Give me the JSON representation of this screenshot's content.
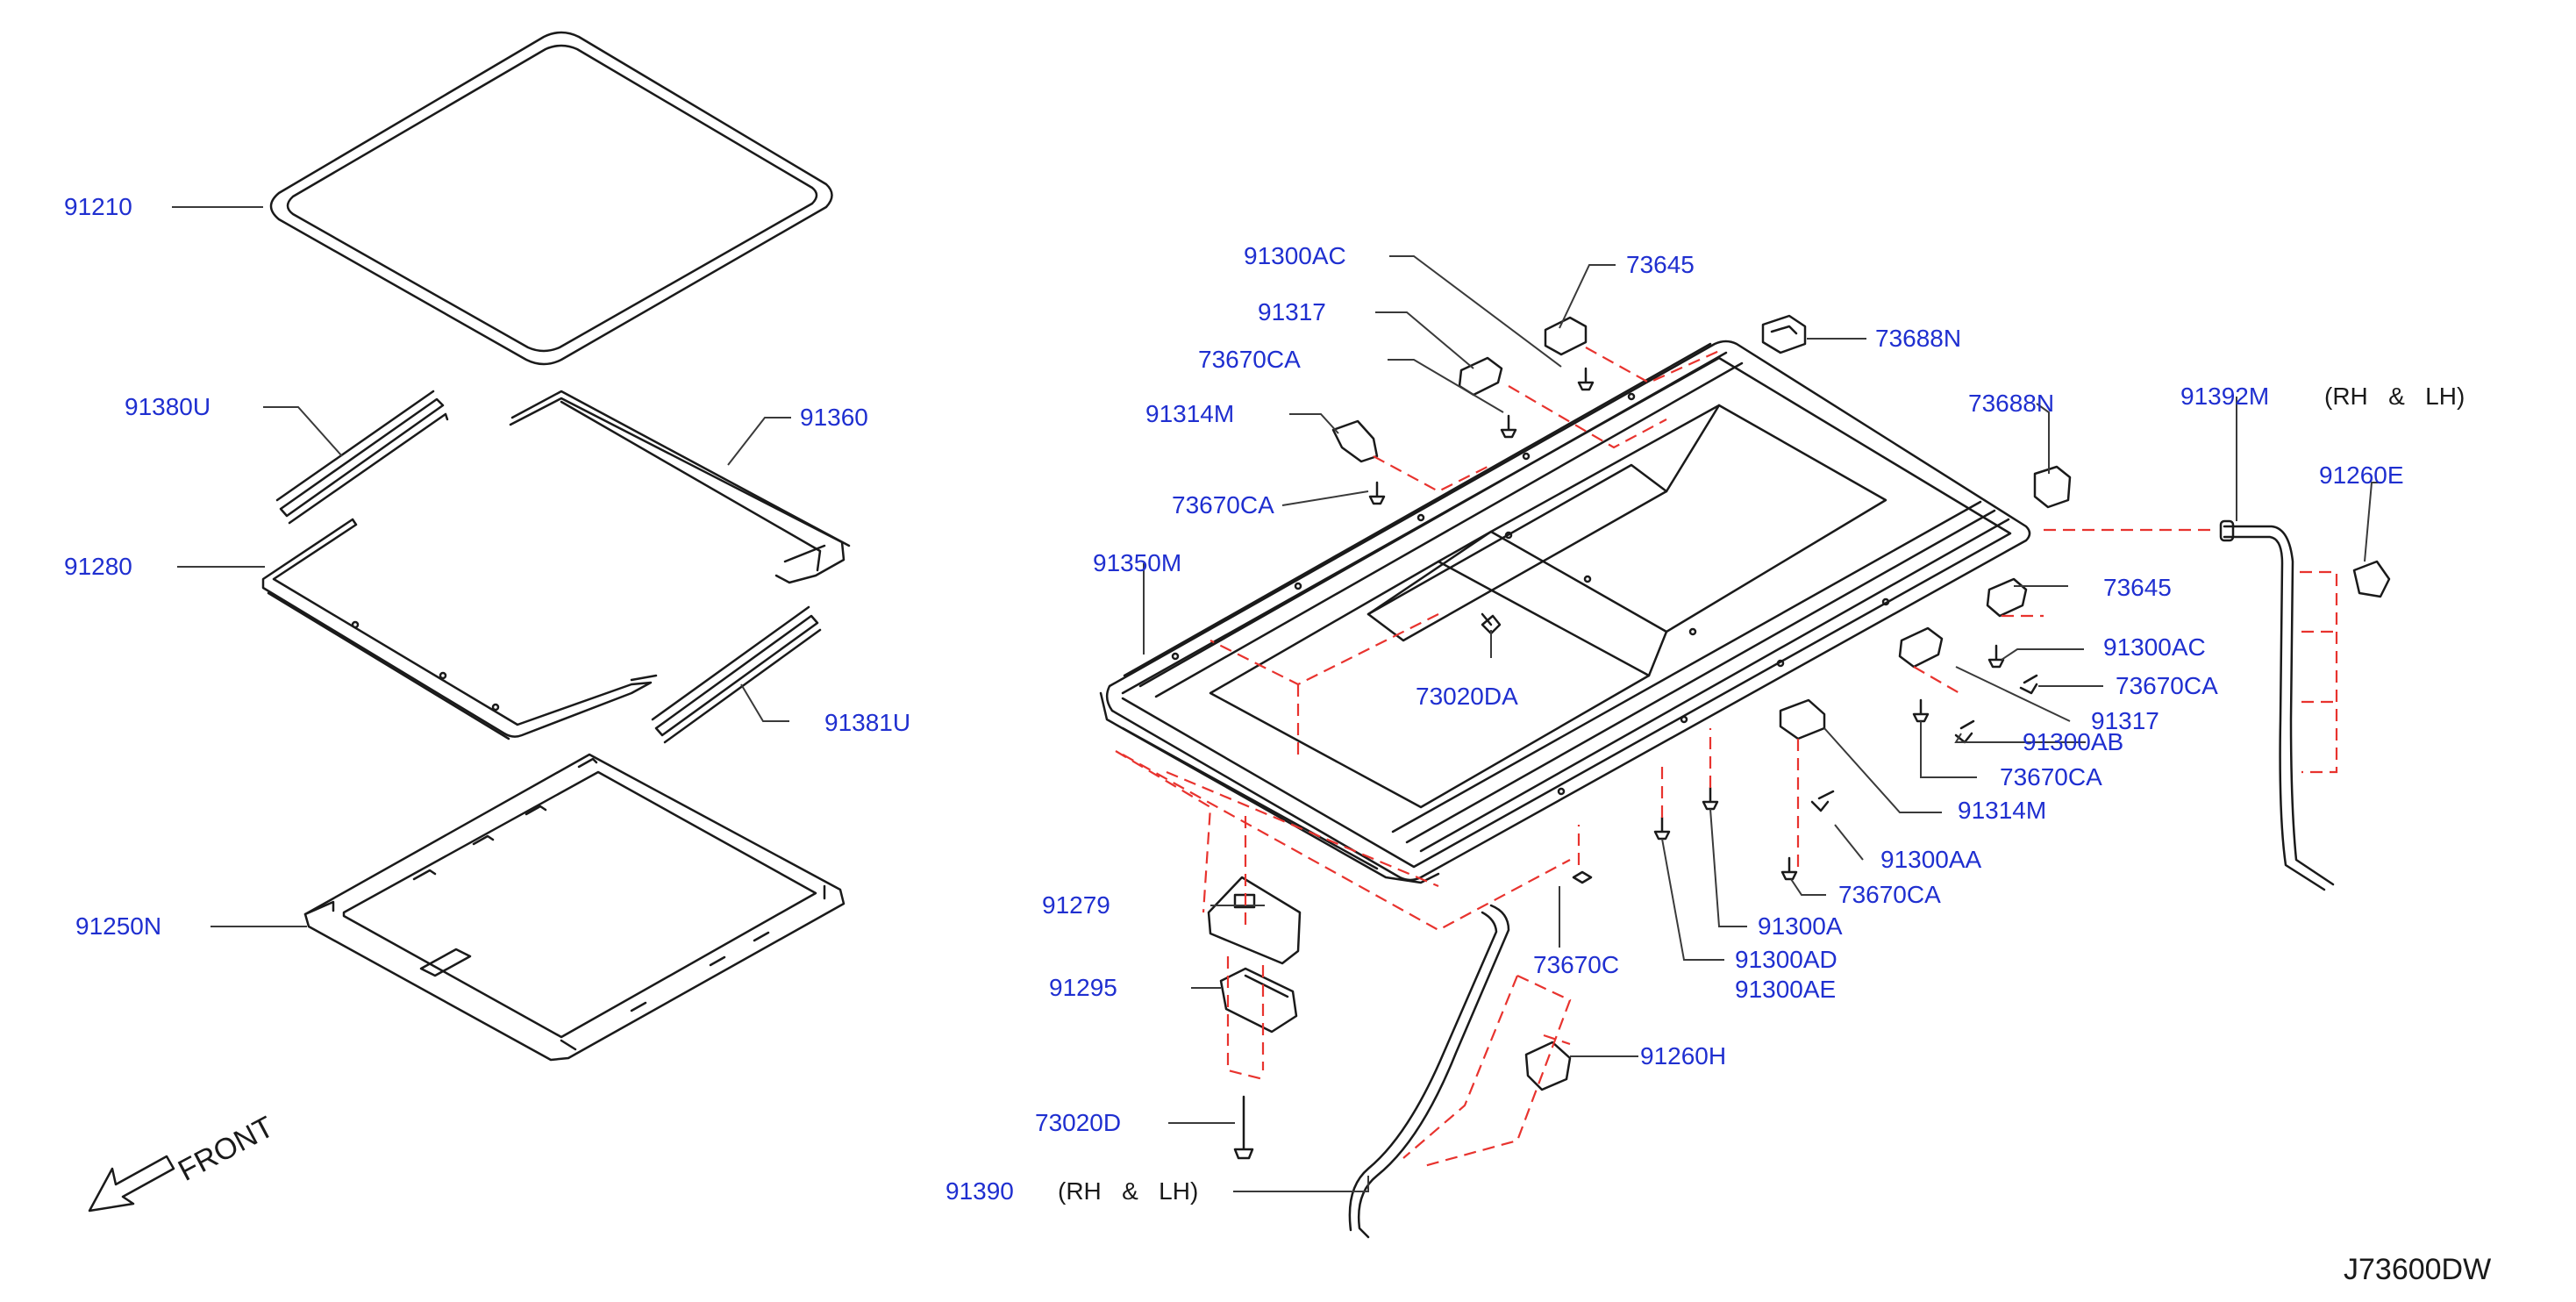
{
  "diagram": {
    "code": "J73600DW",
    "front_label": "FRONT",
    "rh_lh": {
      "rh": "RH",
      "amp": "&",
      "lh": "LH"
    },
    "colors": {
      "label": "#1f2fd0",
      "line": "#1a1a1a",
      "leader": "#3a3a3a",
      "dash": "#e8332e",
      "background": "#ffffff"
    }
  },
  "parts": {
    "p91210": "91210",
    "p91380U": "91380U",
    "p91360": "91360",
    "p91280": "91280",
    "p91381U": "91381U",
    "p91250N": "91250N",
    "p91300AC_a": "91300AC",
    "p73645_a": "73645",
    "p91317_a": "91317",
    "p73670CA_a": "73670CA",
    "p73688N_a": "73688N",
    "p91314M_a": "91314M",
    "p73688N_b": "73688N",
    "p91392M": "91392M",
    "p73670CA_b": "73670CA",
    "p91260E": "91260E",
    "p91350M": "91350M",
    "p73645_b": "73645",
    "p91300AC_b": "91300AC",
    "p73020DA": "73020DA",
    "p73670CA_c": "73670CA",
    "p91317_b": "91317",
    "p91300AB": "91300AB",
    "p73670CA_d": "73670CA",
    "p91314M_b": "91314M",
    "p91300AA": "91300AA",
    "p91279": "91279",
    "p73670CA_e": "73670CA",
    "p91300A": "91300A",
    "p73670C": "73670C",
    "p91300AD": "91300AD",
    "p91300AE": "91300AE",
    "p91295": "91295",
    "p91260H": "91260H",
    "p73020D": "73020D",
    "p91390": "91390"
  }
}
